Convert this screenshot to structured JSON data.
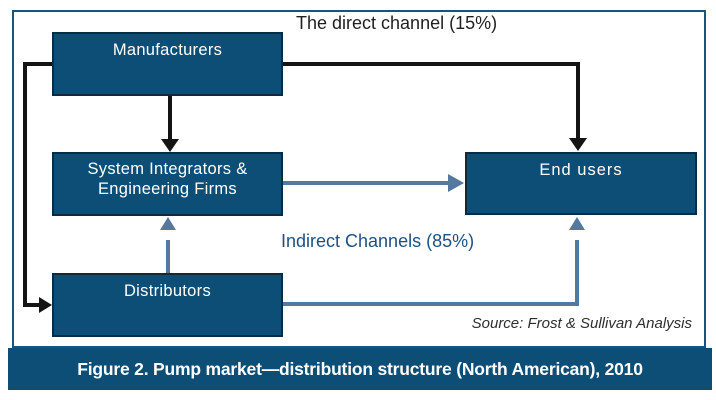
{
  "colors": {
    "box_fill": "#0d4e76",
    "box_border": "#0c2b40",
    "outer_border": "#17547e",
    "black_arrow": "#141414",
    "blue_arrow": "#54799f",
    "caption_bg": "#0d4e76",
    "caption_text": "#ffffff",
    "direct_text": "#1f1f1f",
    "indirect_text": "#1d5180",
    "source_text": "#2e2e2e"
  },
  "diagram": {
    "direct_channel_label": "The direct channel (15%)",
    "indirect_channel_label": "Indirect Channels (85%)",
    "source_label": "Source: Frost & Sullivan Analysis",
    "nodes": {
      "manufacturers": {
        "label": "Manufacturers"
      },
      "system_integrators": {
        "label": "System Integrators &\nEngineering Firms"
      },
      "distributors": {
        "label": "Distributors"
      },
      "end_users": {
        "label": "End users"
      }
    },
    "edges": [
      {
        "from": "Manufacturers",
        "to": "System Integrators & Engineering Firms",
        "channel": "direct",
        "color": "black"
      },
      {
        "from": "Manufacturers",
        "to": "Distributors",
        "channel": "direct",
        "color": "black"
      },
      {
        "from": "Manufacturers",
        "to": "End users",
        "channel": "direct",
        "color": "black"
      },
      {
        "from": "System Integrators & Engineering Firms",
        "to": "End users",
        "channel": "indirect",
        "color": "blue"
      },
      {
        "from": "Distributors",
        "to": "System Integrators & Engineering Firms",
        "channel": "indirect",
        "color": "blue"
      },
      {
        "from": "Distributors",
        "to": "End users",
        "channel": "indirect",
        "color": "blue"
      }
    ]
  },
  "caption": {
    "text": "Figure 2. Pump market—distribution structure (North American), 2010"
  }
}
